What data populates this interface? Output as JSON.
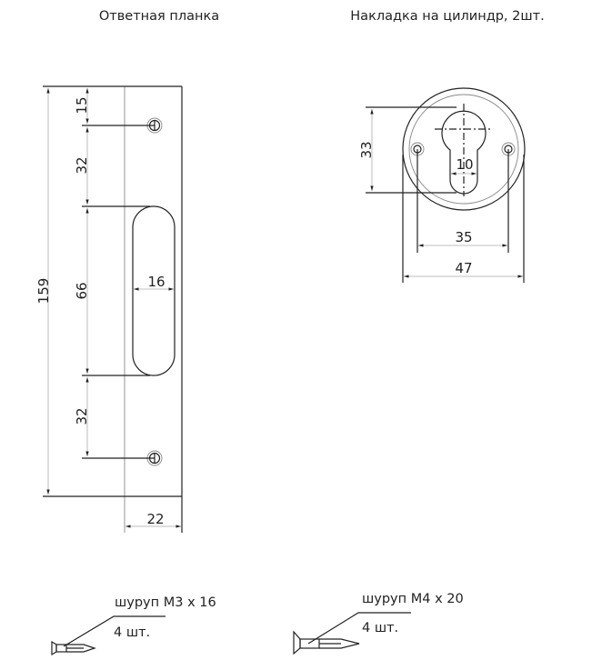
{
  "titles": {
    "strike_plate": "Ответная планка",
    "cylinder_escutcheon": "Накладка на цилиндр, 2шт."
  },
  "strike_plate_dims": {
    "total_height": "159",
    "top_offset": "15",
    "hole_to_slot_top": "32",
    "slot_length": "66",
    "slot_to_hole_bottom": "32",
    "slot_width": "16",
    "plate_width": "22"
  },
  "escutcheon_dims": {
    "keyhole_height": "33",
    "keyhole_width": "10",
    "hole_spacing": "35",
    "diameter": "47"
  },
  "screws": [
    {
      "label": "шуруп М3 х 16",
      "qty": "4 шт."
    },
    {
      "label": "шуруп М4 х 20",
      "qty": "4 шт."
    }
  ]
}
